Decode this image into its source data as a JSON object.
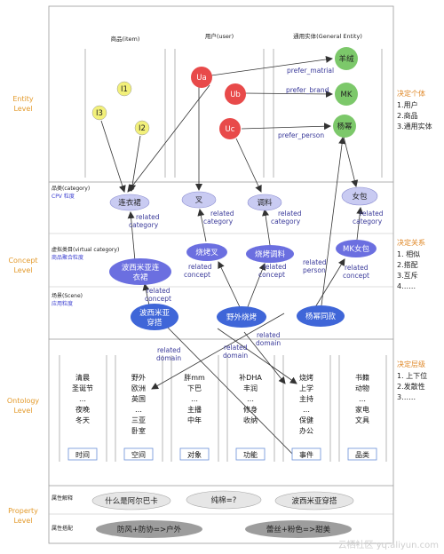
{
  "levels": {
    "entity": [
      "Entity",
      "Level"
    ],
    "concept": [
      "Concept",
      "Level"
    ],
    "ontology": [
      "Ontology",
      "Level"
    ],
    "property": [
      "Property",
      "Level"
    ]
  },
  "headers": {
    "item": "商品(item)",
    "user": "用户(user)",
    "general": "通用实体(General Entity)"
  },
  "entity_nodes": {
    "I1": "I1",
    "I3": "I3",
    "I2": "I2",
    "Ua": "Ua",
    "Ub": "Ub",
    "Uc": "Uc",
    "yangrong": "羊绒",
    "MK": "MK",
    "yangmi": "杨幂"
  },
  "edge_labels": {
    "prefer_matrial": "prefer_matrial",
    "prefer_brand": "prefer_brand",
    "prefer_person": "prefer_person",
    "related_category": [
      "related",
      "category"
    ],
    "related_concept": [
      "related",
      "concept"
    ],
    "related_person": [
      "related",
      "person"
    ],
    "related_domain": [
      "related",
      "domain"
    ]
  },
  "concept_labels": {
    "category": "品类(category)",
    "cpv": "CPV 粒度",
    "virtual": "虚拟类目(virtual category)",
    "aggregate": "商品聚合粒度",
    "scene": "场景(Scene)",
    "app": "应用粒度"
  },
  "concept_nodes": {
    "dress": "连衣裙",
    "fork": "叉",
    "seasoning": "调料",
    "bag": "女包",
    "bbq_fork": "烧烤叉",
    "bbq_season": "烧烤调料",
    "mk_bag": "MK女包",
    "bohemian_dress": [
      "波西米亚连",
      "衣裙"
    ],
    "bohemian_outfit": [
      "波西米亚",
      "穿搭"
    ],
    "outdoor_bbq": "野外烧烤",
    "yangmi_same": "杨幂同款"
  },
  "ontology_columns": [
    {
      "lines": [
        "清晨",
        "圣诞节",
        "…",
        "夜晚",
        "冬天"
      ],
      "tag": "时间"
    },
    {
      "lines": [
        "野外",
        "欧洲",
        "英国",
        "…",
        "三亚",
        "卧室"
      ],
      "tag": "空间"
    },
    {
      "lines": [
        "胖mm",
        "下巴",
        "…",
        "主播",
        "中年"
      ],
      "tag": "对象"
    },
    {
      "lines": [
        "补DHA",
        "丰润",
        "…",
        "修身",
        "收纳"
      ],
      "tag": "功能"
    },
    {
      "lines": [
        "烧烤",
        "上学",
        "主持",
        "…",
        "保健",
        "办公"
      ],
      "tag": "事件"
    },
    {
      "lines": [
        "书籍",
        "动物",
        "…",
        "家电",
        "文具"
      ],
      "tag": "品类"
    }
  ],
  "property": {
    "explain_label": "属性解释",
    "match_label": "属性搭配",
    "explain": [
      "什么是阿尔巴卡",
      "纯棉=?",
      "波西米亚穿搭"
    ],
    "match": [
      "防风+防协=>户外",
      "蕾丝+粉色=>甜美"
    ]
  },
  "notes": {
    "entity": {
      "title": "决定个体",
      "items": [
        "1.用户",
        "2.商品",
        "3.通用实体"
      ]
    },
    "concept": {
      "title": "决定关系",
      "items": [
        "1. 相似",
        "2.搭配",
        "3.互斥",
        "4……"
      ]
    },
    "ontology": {
      "title": "决定层级",
      "items": [
        "1. 上下位",
        "2.发散性",
        "3……"
      ]
    }
  },
  "watermark": "云栖社区 yq.aliyun.com",
  "colors": {
    "red": "#e84a4a",
    "green": "#7cc86a",
    "yellow": "#f2f07a",
    "lavender": "#c9cbf2",
    "purple": "#6b6fe0",
    "blue": "#3f66d8",
    "orange": "#e39a2b"
  }
}
